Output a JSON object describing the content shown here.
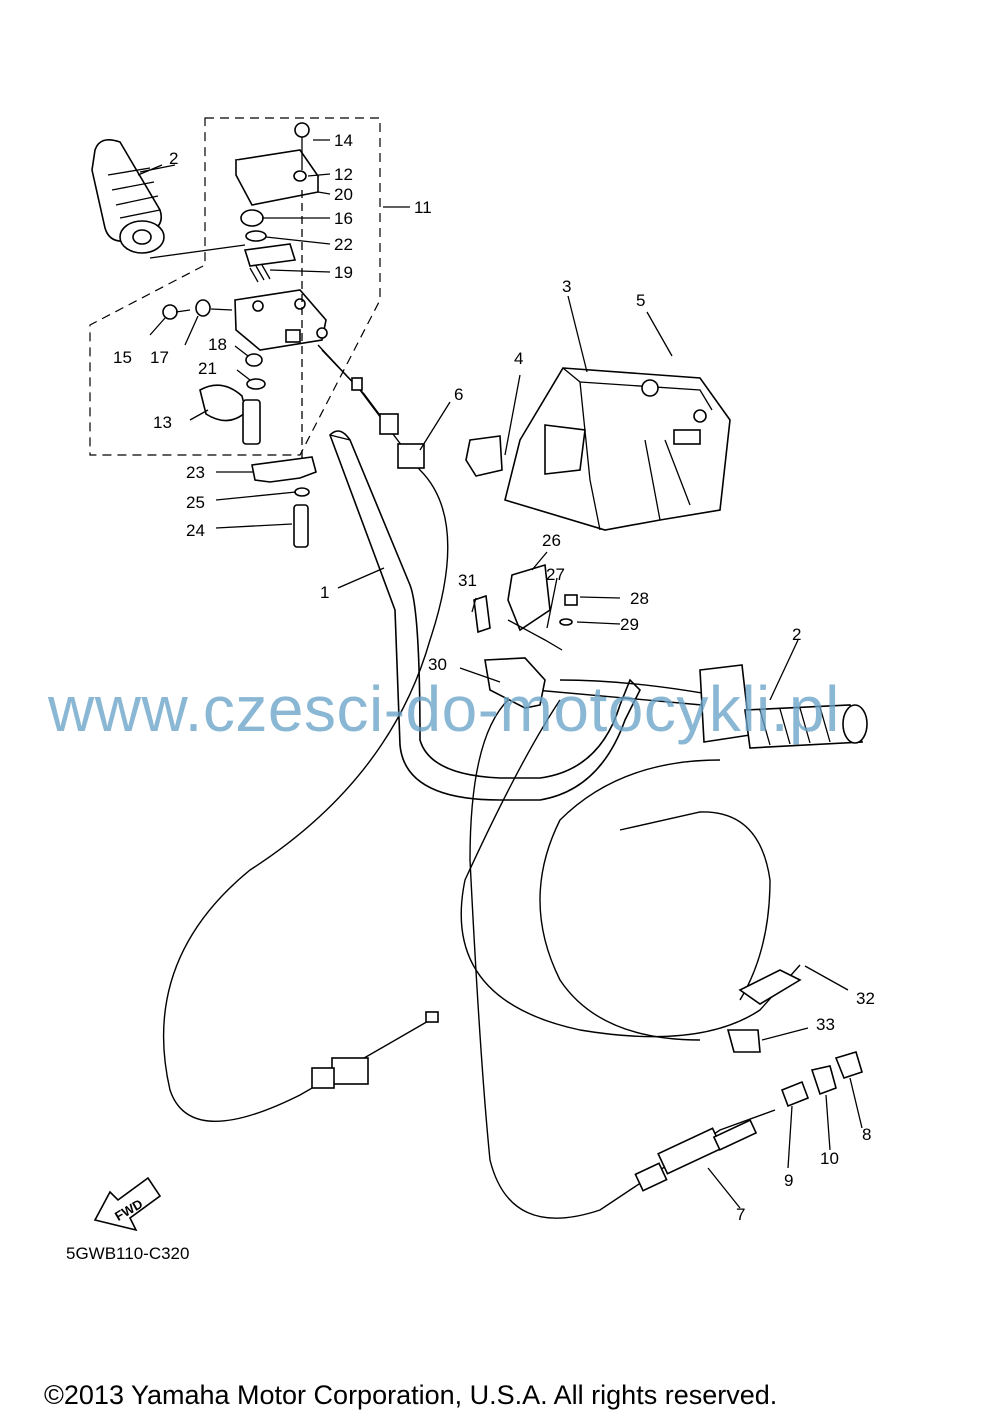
{
  "diagram": {
    "watermark": "www.czesci-do-motocykli.pl",
    "drawing_code": "5GWB110-C320",
    "copyright": "©2013 Yamaha Motor Corporation, U.S.A. All rights reserved.",
    "fwd_label": "FWD",
    "callouts": [
      "1",
      "2",
      "2",
      "3",
      "4",
      "5",
      "6",
      "7",
      "8",
      "9",
      "10",
      "11",
      "12",
      "13",
      "14",
      "15",
      "16",
      "17",
      "18",
      "19",
      "20",
      "21",
      "22",
      "23",
      "24",
      "25",
      "26",
      "27",
      "28",
      "29",
      "30",
      "31",
      "32",
      "33"
    ]
  }
}
